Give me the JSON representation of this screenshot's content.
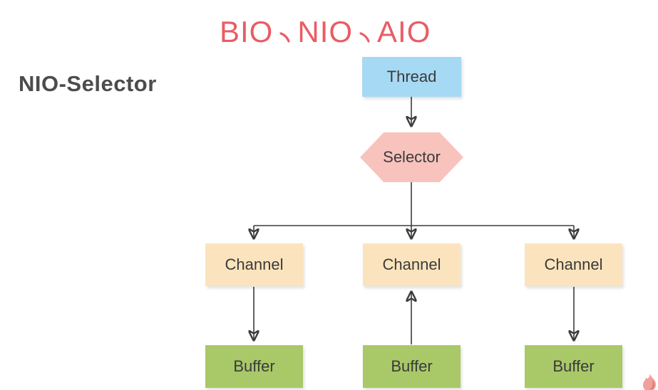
{
  "page": {
    "background": "#ffffff"
  },
  "title": {
    "text": "BIO、NIO、AIO",
    "parts": [
      "BIO",
      "NIO",
      "AIO"
    ],
    "separator": "、",
    "color": "#ea5c64"
  },
  "subtitle": {
    "text": "NIO-Selector",
    "color": "#4c4c4c"
  },
  "diagram": {
    "arrow_color": "#3c3c3c",
    "nodes": [
      {
        "id": "thread",
        "label": "Thread",
        "shape": "rectangle",
        "fill": "#a6d9f4"
      },
      {
        "id": "selector",
        "label": "Selector",
        "shape": "hexagon",
        "fill": "#f8c3bd"
      },
      {
        "id": "channel-1",
        "label": "Channel",
        "shape": "rectangle",
        "fill": "#fbe4bd"
      },
      {
        "id": "channel-2",
        "label": "Channel",
        "shape": "rectangle",
        "fill": "#fbe4bd"
      },
      {
        "id": "channel-3",
        "label": "Channel",
        "shape": "rectangle",
        "fill": "#fbe4bd"
      },
      {
        "id": "buffer-1",
        "label": "Buffer",
        "shape": "rectangle",
        "fill": "#a9c868"
      },
      {
        "id": "buffer-2",
        "label": "Buffer",
        "shape": "rectangle",
        "fill": "#a9c868"
      },
      {
        "id": "buffer-3",
        "label": "Buffer",
        "shape": "rectangle",
        "fill": "#a9c868"
      }
    ],
    "edges": [
      {
        "from": "thread",
        "to": "selector",
        "direction": "down"
      },
      {
        "from": "selector",
        "to": "channel-1",
        "direction": "down"
      },
      {
        "from": "selector",
        "to": "channel-2",
        "direction": "down"
      },
      {
        "from": "selector",
        "to": "channel-3",
        "direction": "down"
      },
      {
        "from": "channel-1",
        "to": "buffer-1",
        "direction": "down"
      },
      {
        "from": "buffer-2",
        "to": "channel-2",
        "direction": "up"
      },
      {
        "from": "channel-3",
        "to": "buffer-3",
        "direction": "down"
      }
    ]
  },
  "watermark": {
    "name": "flame-logo",
    "color": "#efa09a"
  }
}
